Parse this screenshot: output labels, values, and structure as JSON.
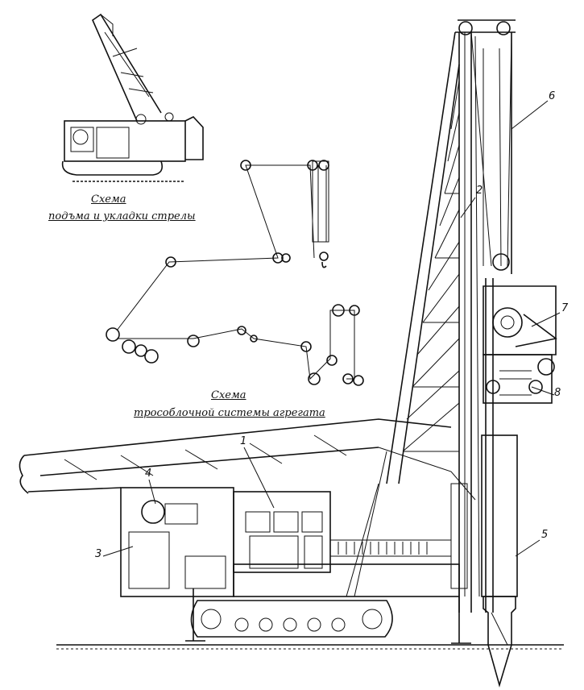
{
  "captions": {
    "boom_scheme_title": "Схема",
    "boom_scheme_subtitle": "подъма и укладки стрелы",
    "rope_scheme_title": "Схема",
    "rope_scheme_subtitle": "трособлочной системы агрегата"
  },
  "callouts": [
    "1",
    "2",
    "3",
    "4",
    "5",
    "6",
    "7",
    "8"
  ]
}
